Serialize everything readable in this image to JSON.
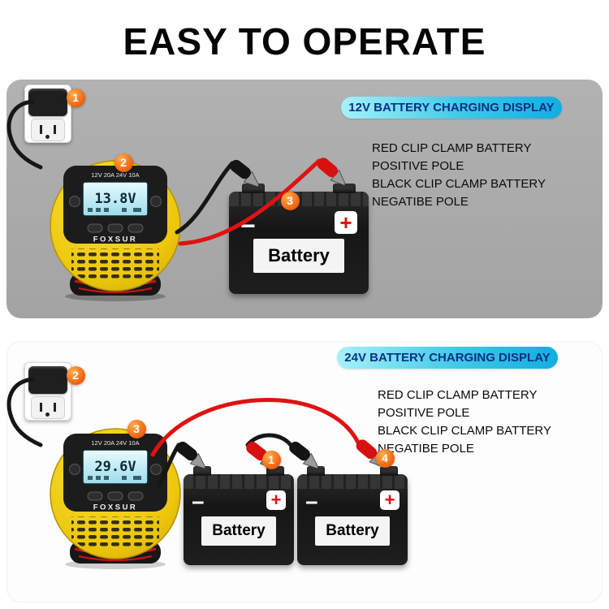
{
  "title": "EASY TO OPERATE",
  "symbols": {
    "minus": "−",
    "plus": "+"
  },
  "charger": {
    "brand": "FOXSUR",
    "rating_label": "12V 20A    24V 10A"
  },
  "colors": {
    "panel_gray": "#a9a9a9",
    "banner_cyan": "#3fc9e7",
    "banner_text_blue": "#0d2f86",
    "badge_orange": "#ee5a07",
    "charger_yellow": "#edc70c",
    "wire_red": "#e01212",
    "wire_black": "#161616"
  },
  "panels": [
    {
      "banner": "12V BATTERY CHARGING DISPLAY",
      "lcd": "13.8V",
      "badges": {
        "outlet": "1",
        "charger": "2",
        "battery": "3"
      },
      "instructions": [
        "RED CLIP CLAMP BATTERY",
        "POSITIVE POLE",
        "BLACK CLIP CLAMP BATTERY",
        "NEGATIBE POLE"
      ],
      "battery_labels": [
        "Battery"
      ]
    },
    {
      "banner": "24V BATTERY CHARGING DISPLAY",
      "lcd": "29.6V",
      "badges": {
        "outlet": "2",
        "charger": "3",
        "jumper": "1",
        "positive_clip": "4"
      },
      "instructions": [
        "RED CLIP CLAMP BATTERY",
        "POSITIVE POLE",
        "BLACK CLIP CLAMP BATTERY",
        "NEGATIBE POLE"
      ],
      "battery_labels": [
        "Battery",
        "Battery"
      ]
    }
  ]
}
